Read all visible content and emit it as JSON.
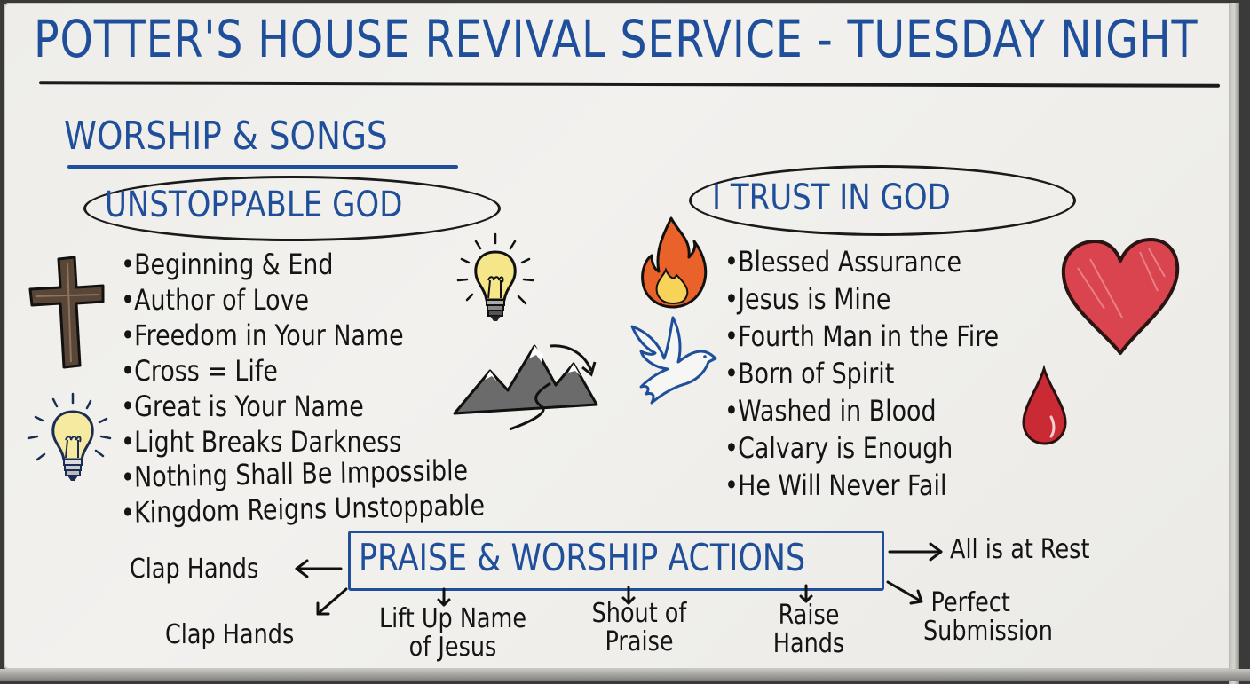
{
  "board": {
    "title": "POTTER'S HOUSE REVIVAL SERVICE - TUESDAY NIGHT",
    "section_heading": "WORSHIP & SONGS",
    "groups": [
      {
        "heading": "UNSTOPPABLE GOD",
        "items": [
          "Beginning & End",
          "Author of Love",
          "Freedom in Your Name",
          "Cross = Life",
          "Great is Your Name",
          "Light Breaks Darkness",
          "Nothing Shall Be Impossible",
          "Kingdom Reigns Unstoppable"
        ],
        "icons": [
          "cross-icon",
          "lightbulb-icon",
          "lightbulb-icon",
          "mountains-icon"
        ]
      },
      {
        "heading": "I TRUST IN GOD",
        "items": [
          "Blessed Assurance",
          "Jesus is Mine",
          "Fourth Man in the Fire",
          "Born of Spirit",
          "Washed in Blood",
          "Calvary is Enough",
          "He Will Never Fail"
        ],
        "icons": [
          "flame-icon",
          "dove-icon",
          "heart-icon",
          "blood-drop-icon"
        ]
      }
    ],
    "actions": {
      "heading": "PRAISE & WORSHIP ACTIONS",
      "left": "Clap Hands",
      "right": "All is at Rest",
      "below": [
        "Clap Hands",
        "Lift Up Name of Jesus",
        "Shout of Praise",
        "Raise Hands",
        "Perfect Submission"
      ],
      "below_lines": [
        [
          "Clap Hands"
        ],
        [
          "Lift Up Name",
          "of Jesus"
        ],
        [
          "Shout of",
          "Praise"
        ],
        [
          "Raise",
          "Hands"
        ],
        [
          "Perfect",
          "Submission"
        ]
      ]
    },
    "bullet": "•",
    "colors": {
      "marker_blue": "#1f4f9a",
      "marker_black": "#141414",
      "board_white": "#efeeea",
      "heart_red": "#d9444f",
      "flame_orange": "#e8622a",
      "bulb_yellow": "#f5e68a",
      "cross_brown": "#5a4636"
    }
  }
}
